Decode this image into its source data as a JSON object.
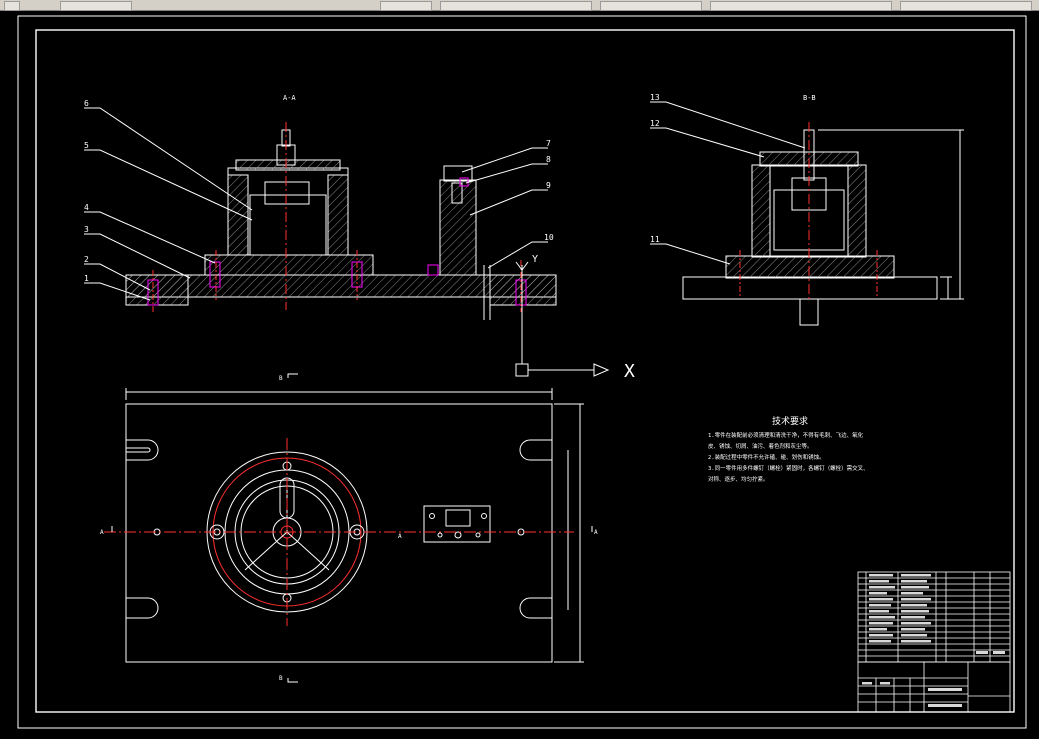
{
  "window": {
    "background": "#000000",
    "line_color": "#ffffff",
    "centerline_color": "#ff2020",
    "hatch_color": "#b0b0b0",
    "accent_color": "#ff00ff"
  },
  "balloons": {
    "front": [
      "1",
      "2",
      "3",
      "4",
      "5",
      "6",
      "7",
      "8",
      "9",
      "10"
    ],
    "side": [
      "11",
      "12",
      "13"
    ]
  },
  "sections": {
    "front_label": "A-A",
    "side_label": "B-B",
    "axis_x": "X",
    "axis_y": "Y"
  },
  "plan": {
    "marker_a_left": "A",
    "marker_a_right": "A",
    "marker_b_top": "B",
    "marker_b_bottom": "B",
    "marker_a_mid": "A"
  },
  "tech": {
    "title": "技术要求",
    "lines": [
      "1.零件在装配前必须清理和清洗干净，不得有毛刺、飞边、氧化",
      "皮、锈蚀、切屑、油污、着色剂和灰尘等。",
      "2.装配过程中零件不允许磕、碰、划伤和锈蚀。",
      "3.同一零件用多件螺钉（螺栓）紧固时，各螺钉（螺栓）需交叉、",
      "对称、逐步、均匀拧紧。"
    ]
  },
  "icons": [
    "ucs-icon"
  ]
}
